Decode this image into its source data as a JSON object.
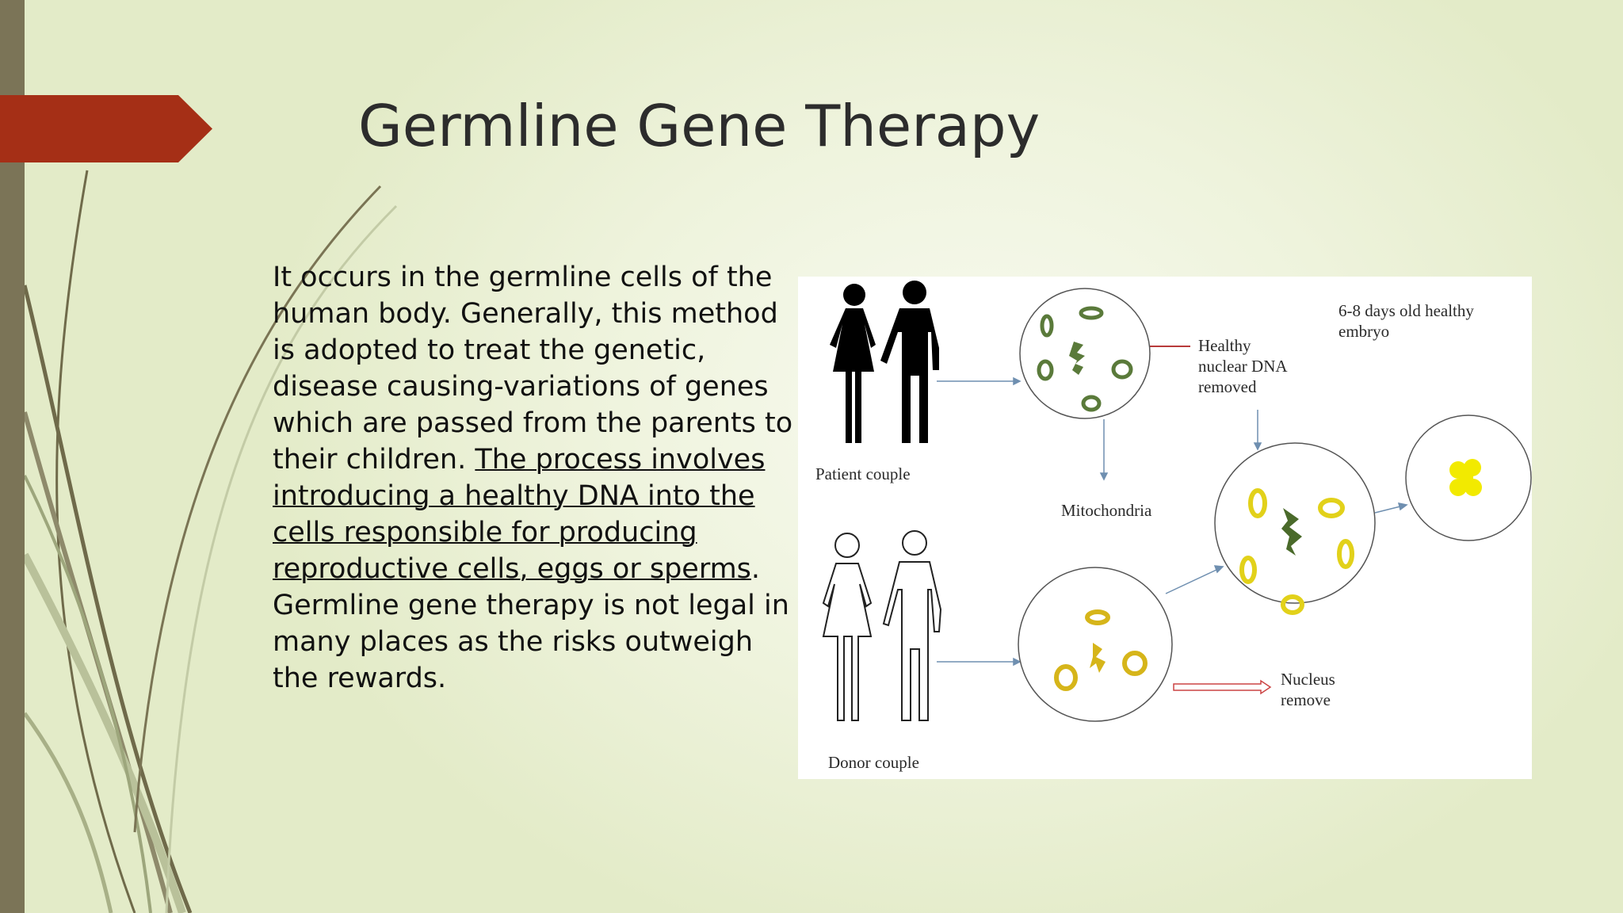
{
  "slide": {
    "title": "Germline Gene Therapy",
    "body": {
      "part1": "It occurs in the germline cells of the human body. Generally, this method is adopted to treat the genetic, disease causing-variations of genes which are passed from the parents to their children. ",
      "underlined": "The process involves introducing a healthy DNA into the cells responsible for producing reproductive cells, eggs or sperms",
      "part2": ". Germline gene therapy is not legal in many places as the risks outweigh the rewards."
    },
    "colors": {
      "accent": "#a52f16",
      "sidebar": "#7b7457",
      "swoosh": "#6f6a4a"
    }
  },
  "diagram": {
    "labels": {
      "patient_couple": "Patient couple",
      "donor_couple": "Donor couple",
      "mitochondria": "Mitochondria",
      "healthy_dna_removed": [
        "Healthy",
        "nuclear DNA",
        "removed"
      ],
      "embryo": [
        "6-8 days old healthy",
        "embryo"
      ],
      "nucleus_remove": [
        "Nucleus",
        "remove"
      ]
    },
    "icons": [
      "patient-couple-figures",
      "donor-couple-outline-figures",
      "cell-circle",
      "flow-arrow"
    ]
  }
}
